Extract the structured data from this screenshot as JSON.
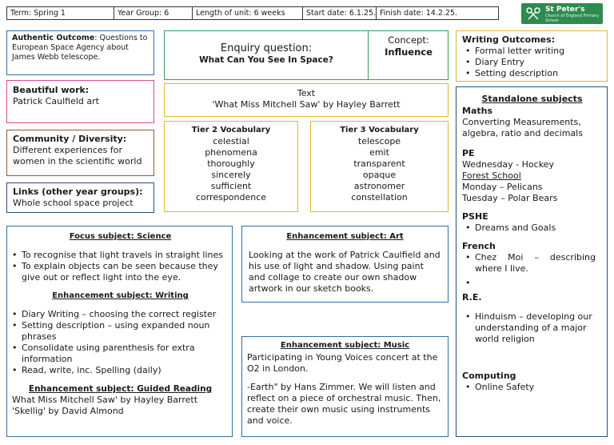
{
  "header": {
    "term": "Term: Spring 1",
    "year_group": "Year Group: 6",
    "length": "Length of unit: 6 weeks",
    "start": "Start date: 6.1.25.",
    "finish": "Finish date: 14.2.25."
  },
  "logo": {
    "name": "St Peter's",
    "tagline": "Church of England Primary School",
    "color": "#2e8a4e"
  },
  "authentic": {
    "label": "Authentic Outcome",
    "text": ": Questions to European Space Agency about James Webb telescope."
  },
  "enquiry": {
    "label": "Enquiry question:",
    "question": "What Can You See In Space?"
  },
  "concept": {
    "label": "Concept:",
    "value": "Influence"
  },
  "writing_outcomes": {
    "title": "Writing Outcomes:",
    "items": [
      "Formal letter writing",
      "Diary Entry",
      "Setting description"
    ]
  },
  "beautiful": {
    "title": "Beautiful work:",
    "text": "Patrick Caulfield art"
  },
  "text_box": {
    "label": "Text",
    "value": "'What Miss Mitchell Saw' by Hayley Barrett"
  },
  "community": {
    "title": "Community / Diversity:",
    "text": "Different experiences for women in the scientific world"
  },
  "links": {
    "title": "Links (other year groups):",
    "text": "Whole school space project"
  },
  "tier2": {
    "title": "Tier 2 Vocabulary",
    "words": [
      "celestial",
      "phenomena",
      "thoroughly",
      "sincerely",
      "sufficient",
      "correspondence"
    ]
  },
  "tier3": {
    "title": "Tier 3 Vocabulary",
    "words": [
      "telescope",
      "emit",
      "transparent",
      "opaque",
      "astronomer",
      "constellation"
    ]
  },
  "standalone": {
    "title": "Standalone subjects",
    "maths_title": "Maths",
    "maths_text": "Converting Measurements, algebra, ratio and decimals",
    "pe_title": "PE",
    "pe_lines": [
      "Wednesday - Hockey",
      "Forest School",
      "Monday – Pelicans",
      "Tuesday – Polar Bears"
    ],
    "pshe_title": "PSHE",
    "pshe_items": [
      "Dreams and Goals"
    ],
    "french_title": "French",
    "french_items": [
      "Chez Moi – describing where I live.",
      ""
    ],
    "re_title": "R.E.",
    "re_items": [
      "Hinduism – developing our understanding of a major world religion"
    ],
    "computing_title": "Computing",
    "computing_items": [
      "Online Safety"
    ]
  },
  "focus": {
    "title": "Focus subject: Science",
    "items": [
      "To recognise that light travels in straight lines",
      "To explain objects can be seen because they give out or reflect light into the eye."
    ],
    "writing_title": "Enhancement subject:  Writing",
    "writing_items": [
      "Diary Writing – choosing the correct register",
      "Setting description – using expanded noun phrases",
      "Consolidate using parenthesis for extra information",
      "Read, write, inc. Spelling (daily)"
    ],
    "reading_title": "Enhancement subject:  Guided Reading",
    "reading_lines": [
      "What Miss Mitchell Saw' by Hayley Barrett",
      "'Skellig' by David Almond"
    ]
  },
  "art": {
    "title": "Enhancement subject: Art",
    "text": "Looking at the work of Patrick Caulfield and his use of light and shadow.  Using paint and collage to create our own shadow artwork in our sketch books."
  },
  "music": {
    "title": "Enhancement subject: Music",
    "text1": "Participating in Young Voices concert at the O2 in London.",
    "text2": "-Earth\" by Hans Zimmer.  We will listen and reflect on a piece of orchestral music. Then, create their own music using instruments and voice."
  }
}
